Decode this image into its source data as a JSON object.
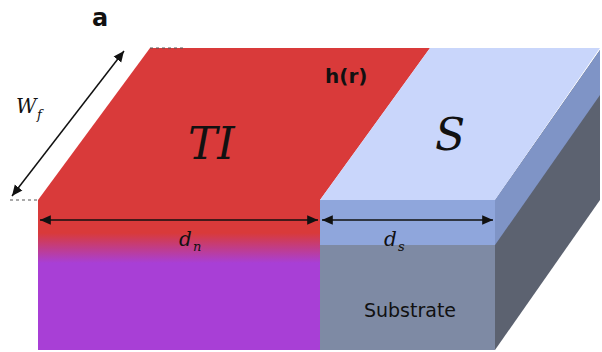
{
  "diagram": {
    "nodes": [
      {
        "text": [
          "TI",
          "h(r)"
        ]
      },
      {
        "text": [
          "S"
        ]
      },
      {
        "text": [
          "Substrate"
        ]
      }
    ],
    "labels": [
      "a",
      "W",
      "f",
      "d",
      "n",
      "d",
      "s"
    ]
  }
}
